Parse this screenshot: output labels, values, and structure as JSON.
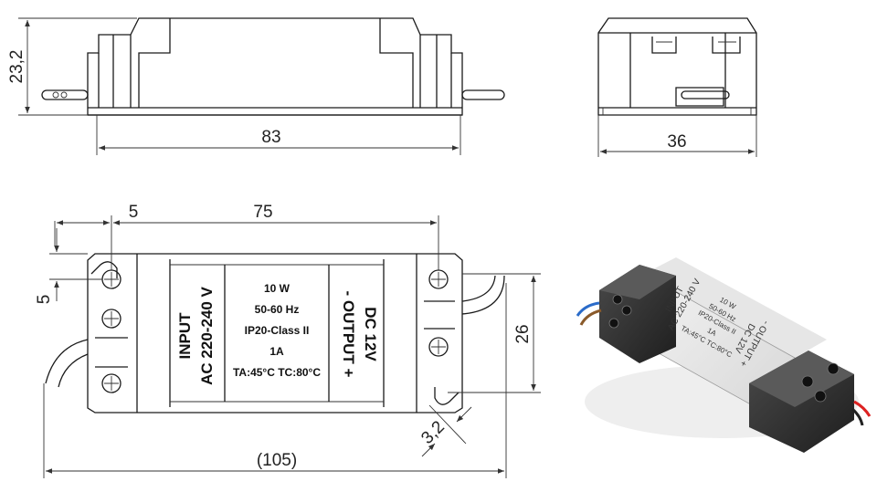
{
  "dimensions": {
    "height": "23,2",
    "length": "83",
    "width": "36",
    "hole_offset_x": "5",
    "hole_spacing": "75",
    "hole_offset_y": "5",
    "body_width": "26",
    "slot_width": "3,2",
    "overall_length": "(105)"
  },
  "label": {
    "input_line1": "INPUT",
    "input_line2": "AC 220-240 V",
    "power": "10 W",
    "freq": "50-60 Hz",
    "protection": "IP20-Class II",
    "current": "1A",
    "temps": "TA:45°C  TC:80°C",
    "output_line1": "-  OUTPUT  +",
    "output_line2": "DC 12V"
  },
  "photo_label": {
    "input_line1": "INPUT",
    "input_line2": "AC 220-240 V",
    "power": "10 W",
    "freq": "50-60 Hz",
    "protection": "IP20-Class II",
    "current": "1A",
    "temps": "TA:45°C  TC:80°C",
    "output_line1": "- OUTPUT +",
    "output_line2": "DC 12V"
  }
}
